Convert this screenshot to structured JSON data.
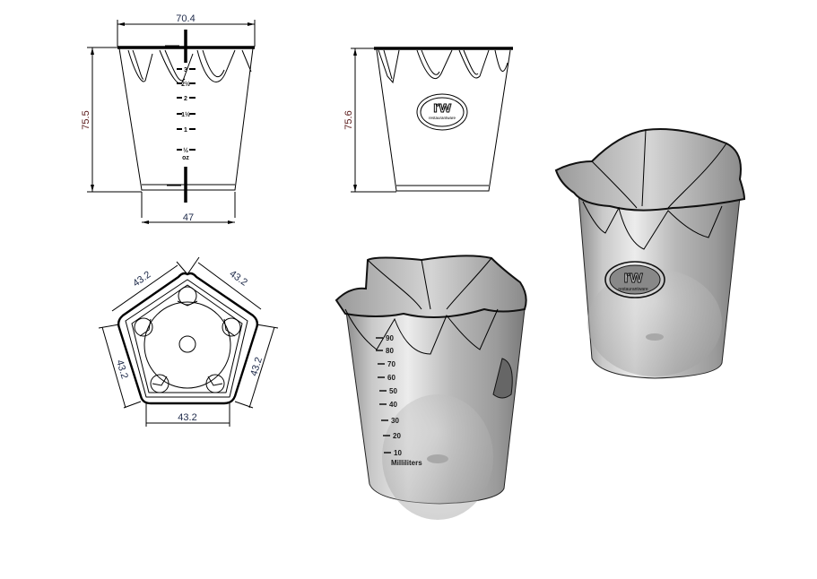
{
  "front_view": {
    "top_width": "70.4",
    "height": "75.5",
    "bottom_width": "47",
    "graduations": [
      "3",
      "2½",
      "2",
      "1½",
      "1",
      "½"
    ],
    "unit": "oz"
  },
  "side_view": {
    "height": "75.6",
    "logo_text": "rw",
    "logo_subtext": "restaurantware"
  },
  "top_view": {
    "side_lengths": [
      "43.2",
      "43.2",
      "43.2",
      "43.2",
      "43.2"
    ]
  },
  "iso_view_front": {
    "graduations": [
      "90",
      "80",
      "70",
      "60",
      "50",
      "40",
      "30",
      "20",
      "10"
    ],
    "unit": "Milliliters"
  },
  "iso_view_back": {
    "logo_text": "rw",
    "logo_subtext": "restaurantware"
  }
}
